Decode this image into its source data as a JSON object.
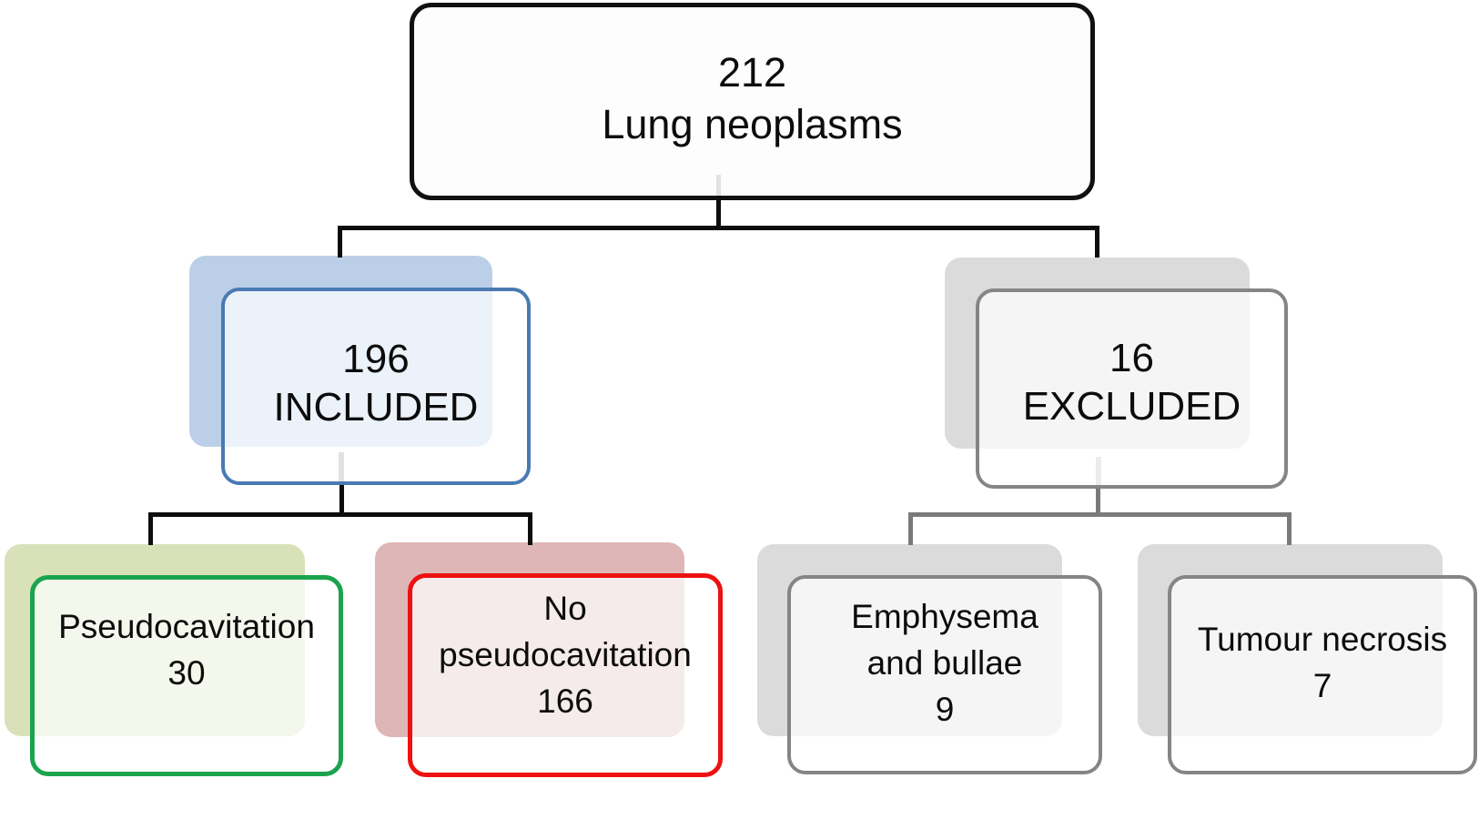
{
  "diagram": {
    "type": "study-flowchart",
    "background_color": "#ffffff",
    "text_color": "#0c0c0c",
    "connector_color_included_subtree": "#0d0d0d",
    "connector_color_excluded_subtree": "#7a7a7a"
  },
  "nodes": {
    "root": {
      "count": 212,
      "label": "Lung neoplasms",
      "lines": [
        "212",
        "Lung neoplasms"
      ],
      "border_color": "#111111",
      "fill_color": "#fdfdfd"
    },
    "included": {
      "count": 196,
      "label": "INCLUDED",
      "lines": [
        "196",
        "INCLUDED"
      ],
      "border_color": "#4a7ab2",
      "shadow_color": "#bccfe8"
    },
    "excluded": {
      "count": 16,
      "label": "EXCLUDED",
      "lines": [
        "16",
        "EXCLUDED"
      ],
      "border_color": "#858585",
      "shadow_color": "#dbdbdb"
    },
    "pseudocavitation": {
      "count": 30,
      "label": "Pseudocavitation",
      "lines": [
        "Pseudocavitation",
        "30"
      ],
      "border_color": "#1ba34e",
      "shadow_color": "#d8e1b8"
    },
    "no_pseudocavitation": {
      "count": 166,
      "label": "No pseudocavitation",
      "lines": [
        "No",
        "pseudocavitation",
        "166"
      ],
      "border_color": "#ed1111",
      "shadow_color": "#deb6b6"
    },
    "emphysema_and_bullae": {
      "count": 9,
      "label": "Emphysema and bullae",
      "lines": [
        "Emphysema",
        "and bullae",
        "9"
      ],
      "border_color": "#858585",
      "shadow_color": "#dbdbdb"
    },
    "tumour_necrosis": {
      "count": 7,
      "label": "Tumour necrosis",
      "lines": [
        "Tumour necrosis",
        "7"
      ],
      "border_color": "#858585",
      "shadow_color": "#dbdbdb"
    }
  },
  "edges": [
    {
      "from": "root",
      "to": "included",
      "color": "#0d0d0d"
    },
    {
      "from": "root",
      "to": "excluded",
      "color": "#0d0d0d"
    },
    {
      "from": "included",
      "to": "pseudocavitation",
      "color": "#0d0d0d"
    },
    {
      "from": "included",
      "to": "no_pseudocavitation",
      "color": "#0d0d0d"
    },
    {
      "from": "excluded",
      "to": "emphysema_and_bullae",
      "color": "#7a7a7a"
    },
    {
      "from": "excluded",
      "to": "tumour_necrosis",
      "color": "#7a7a7a"
    }
  ]
}
